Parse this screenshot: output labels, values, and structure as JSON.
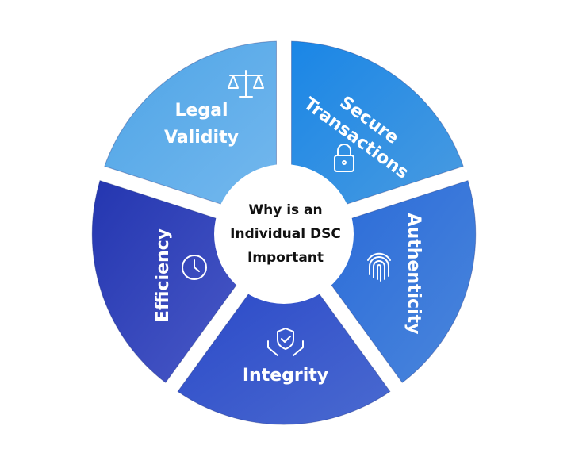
{
  "center": {
    "lines": [
      "Why is an",
      "Individual DSC",
      "Important"
    ]
  },
  "segments": [
    {
      "id": "secure-transactions",
      "lines": [
        "Secure",
        "Transactions"
      ],
      "icon": "lock-icon",
      "colors": [
        "#1a86e6",
        "#4a9be0"
      ]
    },
    {
      "id": "authenticity",
      "lines": [
        "Authenticity"
      ],
      "icon": "fingerprint-icon",
      "colors": [
        "#2a6ad8",
        "#4a86dc"
      ]
    },
    {
      "id": "integrity",
      "lines": [
        "Integrity"
      ],
      "icon": "shield-hands-icon",
      "colors": [
        "#2a48c8",
        "#4a6ad0"
      ]
    },
    {
      "id": "efficiency",
      "lines": [
        "Efficiency"
      ],
      "icon": "clock-icon",
      "colors": [
        "#2436b0",
        "#4a5ac8"
      ]
    },
    {
      "id": "legal-validity",
      "lines": [
        "Legal",
        "Validity"
      ],
      "icon": "scales-icon",
      "colors": [
        "#4ea4e6",
        "#74b8ee"
      ]
    }
  ]
}
